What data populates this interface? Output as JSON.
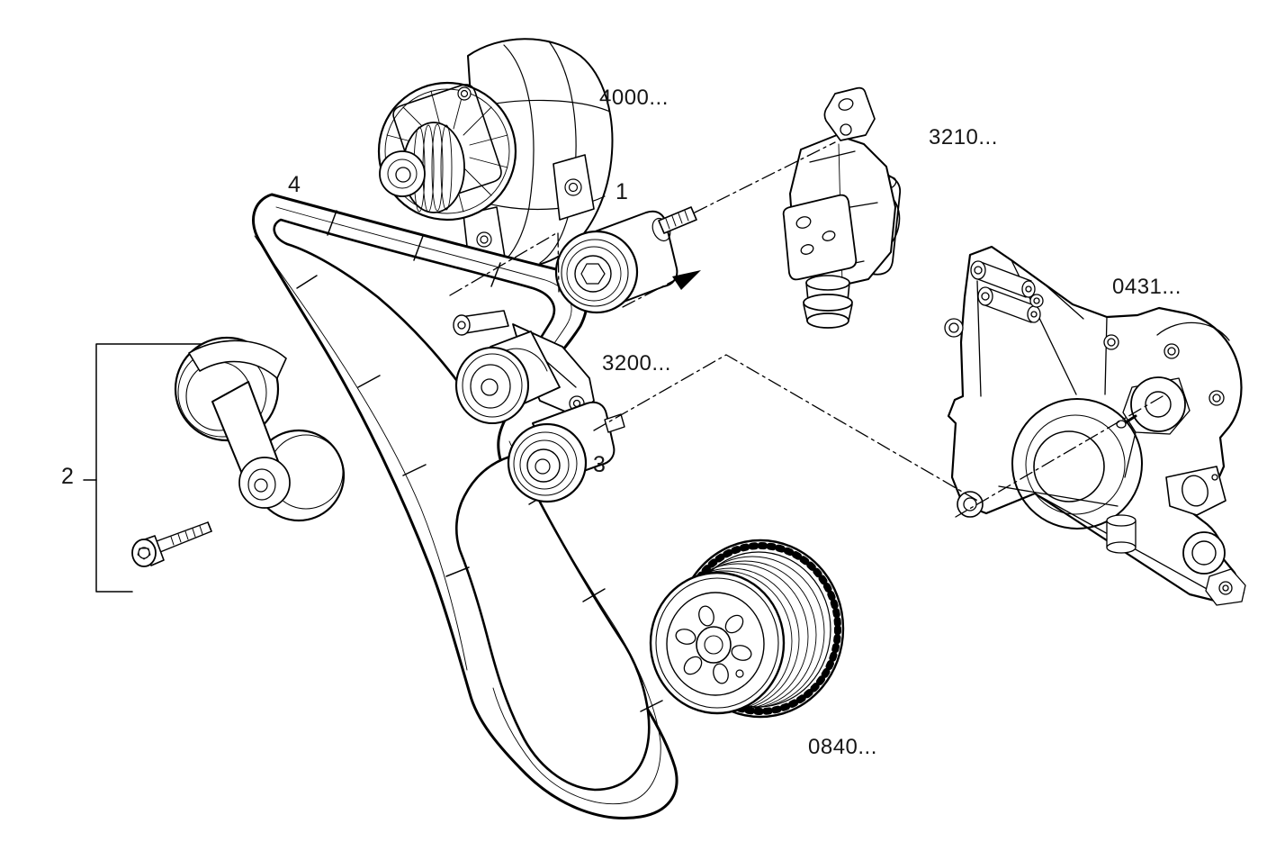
{
  "page": {
    "background": "#ffffff",
    "line_color": "#000000"
  },
  "diagram": {
    "kind": "exploded-parts-line-drawing",
    "part_labels": {
      "alternator": "4000...",
      "water_pump": "3210...",
      "front_cover": "0431...",
      "belt_tensioner": "3200...",
      "crankshaft_pulley": "0840..."
    },
    "callouts": {
      "idler_pulley_bolt": "1",
      "tensioner_unit": "2",
      "guide_pulley": "3",
      "drive_belt": "4"
    }
  }
}
